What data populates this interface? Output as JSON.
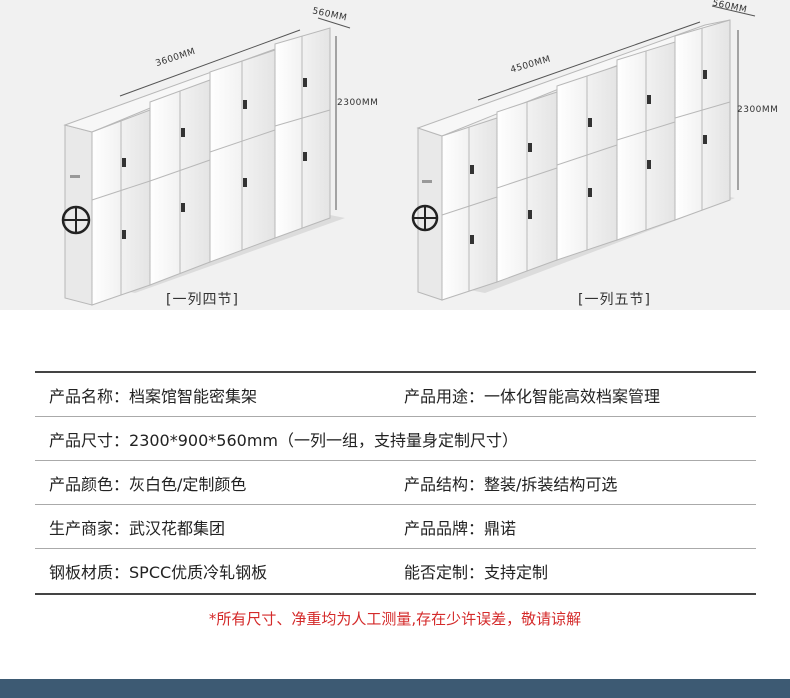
{
  "hero": {
    "left": {
      "width_label": "3600MM",
      "depth_label": "560MM",
      "height_label": "2300MM",
      "caption": "[一列四节]"
    },
    "right": {
      "width_label": "4500MM",
      "depth_label": "560MM",
      "height_label": "2300MM",
      "caption": "[一列五节]"
    }
  },
  "specs": {
    "row1": {
      "l_label": "产品名称：",
      "l_value": "档案馆智能密集架",
      "r_label": "产品用途：",
      "r_value": "一体化智能高效档案管理"
    },
    "row2": {
      "label": "产品尺寸：",
      "value": "2300*900*560mm（一列一组，支持量身定制尺寸）"
    },
    "row3": {
      "l_label": "产品颜色：",
      "l_value": "灰白色/定制颜色",
      "r_label": "产品结构：",
      "r_value": "整装/拆装结构可选"
    },
    "row4": {
      "l_label": "生产商家：",
      "l_value": "武汉花都集团",
      "r_label": "产品品牌：",
      "r_value": "鼎诺"
    },
    "row5": {
      "l_label": "钢板材质：",
      "l_value": "SPCC优质冷轧钢板",
      "r_label": "能否定制：",
      "r_value": "支持定制"
    }
  },
  "note": "*所有尺寸、净重均为人工测量,存在少许误差，敬请谅解",
  "colors": {
    "note": "#d42a2a",
    "footer": "#3d5a73",
    "hero_bg": "#f1f1f1"
  }
}
